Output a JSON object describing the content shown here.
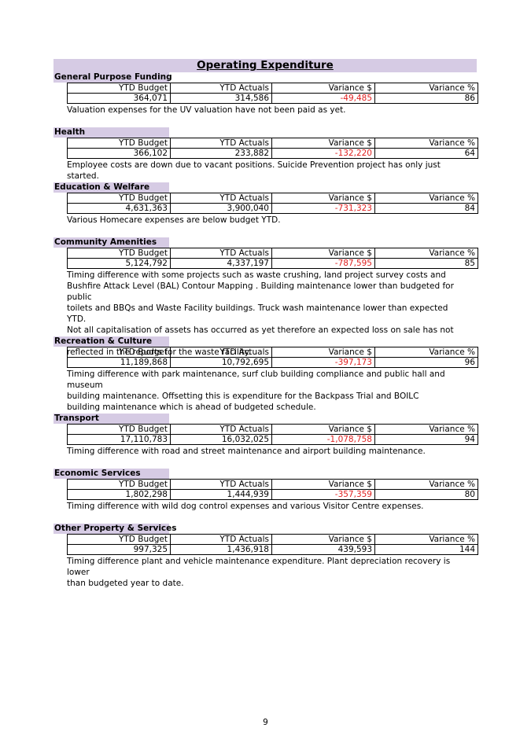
{
  "title": "Operating Expenditure",
  "headers": [
    "YTD Budget",
    "YTD Actuals",
    "Variance $",
    "Variance %"
  ],
  "sections": [
    {
      "name": "General Purpose Funding",
      "budget": "364,071",
      "actuals": "314,586",
      "variance": "-49,485",
      "pct": "86",
      "note": [
        "Valuation expenses for the UV valuation have not been paid as yet."
      ]
    },
    {
      "name": "Health",
      "budget": "366,102",
      "actuals": "233,882",
      "variance": "-132,220",
      "pct": "64",
      "note": [
        "Employee costs are down due to vacant positions. Suicide Prevention project has only just started."
      ]
    },
    {
      "name": "Education & Welfare",
      "budget": "4,631,363",
      "actuals": "3,900,040",
      "variance": "-731,323",
      "pct": "84",
      "note": [
        "Various Homecare expenses are below budget YTD."
      ]
    },
    {
      "name": "Community Amenities",
      "budget": "5,124,792",
      "actuals": "4,337,197",
      "variance": "-787,595",
      "pct": "85",
      "note": [
        "Timing difference with some projects such as waste crushing, land project survey costs and",
        "Bushfire Attack Level (BAL) Contour Mapping . Building maintenance lower than budgeted for public",
        "toilets and BBQs and Waste Facility buildings.  Truck wash maintenance lower than expected YTD.",
        "Not all capitalisation of assets has occurred as yet therefore an expected loss on sale has not been",
        "reflected in the reports for the waste facility."
      ]
    },
    {
      "name": "Recreation & Culture",
      "budget": "11,189,868",
      "actuals": "10,792,695",
      "variance": "-397,173",
      "pct": "96",
      "note": [
        "Timing difference with park maintenance, surf club building compliance and public hall and museum",
        "building maintenance.  Offsetting this is expenditure for the Backpass Trial and BOILC",
        "building maintenance which is ahead of budgeted schedule."
      ]
    },
    {
      "name": "Transport",
      "budget": "17,110,783",
      "actuals": "16,032,025",
      "variance": "-1,078,758",
      "pct": "94",
      "note": [
        "Timing difference with road and street maintenance and airport building maintenance."
      ]
    },
    {
      "name": "Economic Services",
      "budget": "1,802,298",
      "actuals": "1,444,939",
      "variance": "-357,359",
      "pct": "80",
      "note": [
        "Timing difference with wild dog control expenses and various Visitor Centre expenses."
      ]
    },
    {
      "name": "Other Property & Services",
      "budget": "997,325",
      "actuals": "1,436,918",
      "variance": "439,593",
      "pct": "144",
      "note": [
        "Timing difference plant and vehicle maintenance expenditure. Plant depreciation recovery is lower",
        "than budgeted year to date."
      ]
    }
  ],
  "page_number": "9",
  "colors": {
    "header_bg": "#d6cbe4",
    "negative": "#e02020"
  }
}
